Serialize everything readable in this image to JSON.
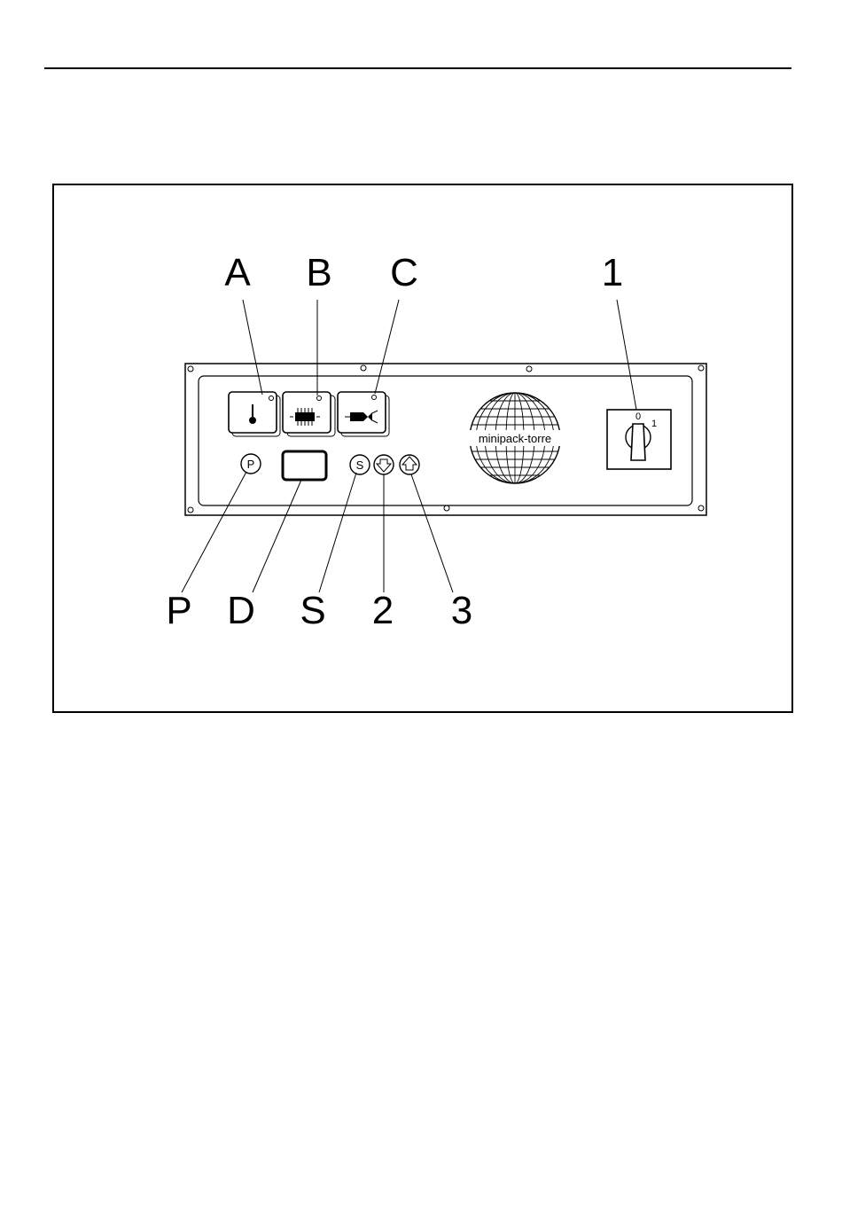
{
  "callouts": {
    "a": "A",
    "b": "B",
    "c": "C",
    "one": "1",
    "p": "P",
    "d": "D",
    "s": "S",
    "two": "2",
    "three": "3"
  },
  "panel": {
    "logo_text": "minipack-torre",
    "key_p": "P",
    "key_s": "S",
    "switch_off": "0",
    "switch_on": "1"
  },
  "icons": {
    "key_a": "thermometer-icon",
    "key_b": "chip-icon",
    "key_c": "film-pack-icon",
    "key_down": "arrow-down-icon",
    "key_up": "arrow-up-icon"
  }
}
